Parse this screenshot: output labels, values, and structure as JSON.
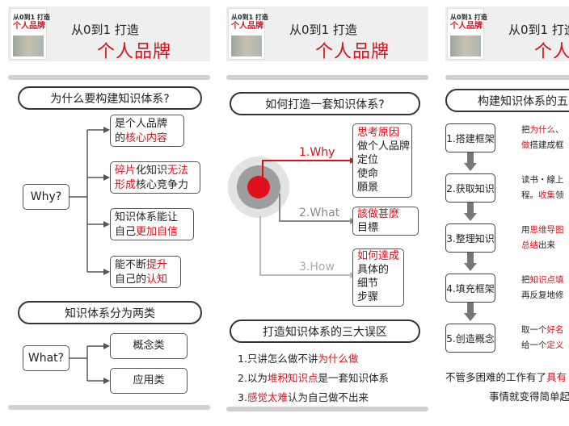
{
  "header": {
    "book_line1": "从0到1 打造",
    "book_line2": "个人品牌",
    "title_line1": "从0到1 打造",
    "title_line2": "个人品牌"
  },
  "panel1": {
    "heading1": "为什么要构建知识体系?",
    "why_label": "Why?",
    "branches": [
      {
        "lines": [
          [
            {
              "t": "是个人品牌",
              "r": false
            }
          ],
          [
            {
              "t": "的",
              "r": false
            },
            {
              "t": "核心内容",
              "r": true
            }
          ]
        ]
      },
      {
        "lines": [
          [
            {
              "t": "碎片",
              "r": true
            },
            {
              "t": "化知识",
              "r": false
            },
            {
              "t": "无法",
              "r": true
            }
          ],
          [
            {
              "t": "形成",
              "r": true
            },
            {
              "t": "核心竞争力",
              "r": false
            }
          ]
        ]
      },
      {
        "lines": [
          [
            {
              "t": "知识体系能让",
              "r": false
            }
          ],
          [
            {
              "t": "自己",
              "r": false
            },
            {
              "t": "更加自信",
              "r": true
            }
          ]
        ]
      },
      {
        "lines": [
          [
            {
              "t": "能不断",
              "r": false
            },
            {
              "t": "提升",
              "r": true
            }
          ],
          [
            {
              "t": "自己的",
              "r": false
            },
            {
              "t": "认知",
              "r": true
            }
          ]
        ]
      }
    ],
    "heading2": "知识体系分为两类",
    "what_label": "What?",
    "categories": [
      "概念类",
      "应用类"
    ]
  },
  "panel2": {
    "heading1": "如何打造一套知识体系?",
    "steps": [
      {
        "label": "1.Why",
        "color": "#d8101c",
        "lines": [
          [
            {
              "t": "思考原因",
              "r": true
            }
          ],
          [
            {
              "t": "做个人品牌",
              "r": false
            }
          ],
          [
            {
              "t": "定位",
              "r": false
            }
          ],
          [
            {
              "t": "使命",
              "r": false
            }
          ],
          [
            {
              "t": "願景",
              "r": false
            }
          ]
        ]
      },
      {
        "label": "2.What",
        "color": "#888888",
        "lines": [
          [
            {
              "t": "該做甚麼",
              "r": true
            }
          ],
          [
            {
              "t": "目標",
              "r": false
            }
          ]
        ]
      },
      {
        "label": "3.How",
        "color": "#aaaaaa",
        "lines": [
          [
            {
              "t": "如何達成",
              "r": true
            }
          ],
          [
            {
              "t": "具体的",
              "r": false
            }
          ],
          [
            {
              "t": "细节",
              "r": false
            }
          ],
          [
            {
              "t": "步骤",
              "r": false
            }
          ]
        ]
      }
    ],
    "heading2": "打造知识体系的三大误区",
    "mistakes": [
      [
        {
          "t": "1.只讲怎么做不讲",
          "r": false
        },
        {
          "t": "为什么做",
          "r": true
        }
      ],
      [
        {
          "t": "2.以为",
          "r": false
        },
        {
          "t": "堆积知识点",
          "r": true
        },
        {
          "t": "是一套知识体系",
          "r": false
        }
      ],
      [
        {
          "t": "3.",
          "r": false
        },
        {
          "t": "感觉太难",
          "r": true
        },
        {
          "t": "认为自己做不出来",
          "r": false
        }
      ]
    ]
  },
  "panel3": {
    "heading": "构建知识体系的五",
    "steps": [
      {
        "label": "1.搭建框架",
        "lines": [
          [
            {
              "t": "把",
              "r": false
            },
            {
              "t": "为什么",
              "r": true
            },
            {
              "t": "、",
              "r": false
            }
          ],
          [
            {
              "t": "做",
              "r": true
            },
            {
              "t": "搭建成框",
              "r": false
            }
          ]
        ]
      },
      {
        "label": "2.获取知识",
        "lines": [
          [
            {
              "t": "读书・線上",
              "r": false
            }
          ],
          [
            {
              "t": "程。",
              "r": false
            },
            {
              "t": "收集",
              "r": true
            },
            {
              "t": "领",
              "r": false
            }
          ]
        ]
      },
      {
        "label": "3.整理知识",
        "lines": [
          [
            {
              "t": "用",
              "r": false
            },
            {
              "t": "思维导图",
              "r": true
            }
          ],
          [
            {
              "t": "总结",
              "r": true
            },
            {
              "t": "出来",
              "r": false
            }
          ]
        ]
      },
      {
        "label": "4.填充框架",
        "lines": [
          [
            {
              "t": "把",
              "r": false
            },
            {
              "t": "知识点填",
              "r": true
            }
          ],
          [
            {
              "t": "再反复地修",
              "r": false
            }
          ]
        ]
      },
      {
        "label": "5.创造概念",
        "lines": [
          [
            {
              "t": "取一个",
              "r": false
            },
            {
              "t": "好名",
              "r": true
            }
          ],
          [
            {
              "t": "给一个",
              "r": false
            },
            {
              "t": "定义",
              "r": true
            }
          ]
        ]
      }
    ],
    "footer1": [
      {
        "t": "不管多困难的工作有了",
        "r": false
      },
      {
        "t": "具有",
        "r": true
      }
    ],
    "footer2": "事情就变得简单起"
  }
}
